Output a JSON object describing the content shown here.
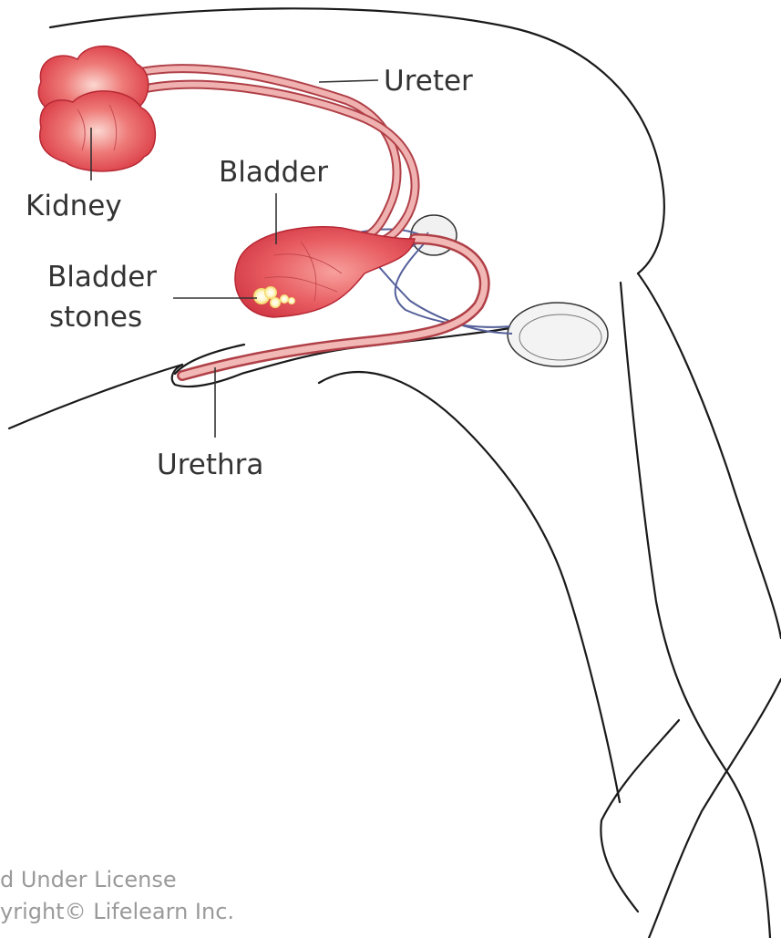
{
  "labels": {
    "ureter": "Ureter",
    "kidney": "Kidney",
    "bladder": "Bladder",
    "stones_line1": "Bladder",
    "stones_line2": "stones",
    "urethra": "Urethra"
  },
  "footer": {
    "line1": "d Under License",
    "line2": "yright© Lifelearn Inc."
  },
  "colors": {
    "organ": "#d8404a",
    "duct": "#e88c8c",
    "vessel": "#55609a",
    "outline": "#1a1a1a",
    "label": "#333333"
  }
}
